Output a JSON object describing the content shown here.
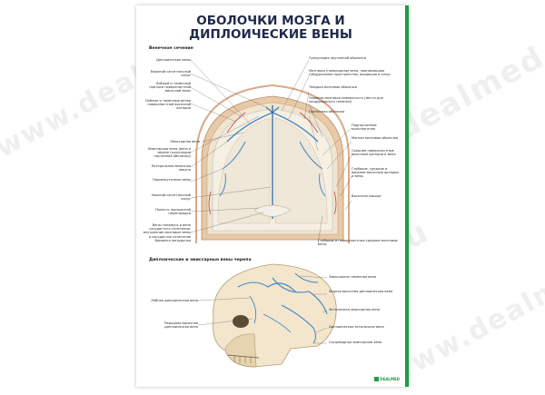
{
  "watermark": "www.dealmed.ru",
  "poster": {
    "title_line1": "ОБОЛОЧКИ МОЗГА И",
    "title_line2": "ДИПЛОИЧЕСКИЕ ВЕНЫ",
    "section1": "Венечное сечение",
    "section2": "Диплоические и эмиссарные вены черепа",
    "logo": "DEALMED",
    "top_left_labels": [
      "Диплоические вены",
      "Верхний сагиттальный синус",
      "Лобный и теменный притоки поверхностной височной вены",
      "Лобные и теменные ветви поверхностной височной артерии",
      "Эмиссарная вена",
      "Эмиссарная вена (вена в черепе гранулиции паутинной оболочки)",
      "Латеральная венозная лакуна",
      "Промежуточные вены",
      "Нижний сагиттальный синус",
      "Полость прозрачной перегородки",
      "Вены таламуса и вена сосудистого сплетения, внутренние мозговые вены и сосудистое сплетение бокового желудочка"
    ],
    "top_right_labels": [
      "Грануляция паутинной оболочки",
      "Мозговая (гомосидная) вена, проникающая субдуральное пространство, входящая в синус",
      "Твердая мозговая оболочка",
      "Черепно-мозговая поверхность (место для эпидурального гематом)",
      "Паутинная оболочка",
      "Подпаутинное пространство",
      "Мягкая мозговая оболочка",
      "Средние поверхностные височные артерии и вена",
      "Глубокие, средние и верхние височные артерии и вены",
      "Височная мышца",
      "Глубокие и поверхностные средние мозговые вены"
    ],
    "bottom_right_labels": [
      "Эмиссарная теменная вена",
      "Задняя височная диплоическая вена",
      "Затылочная эмиссарная вена",
      "Диплоическая затылочная вена",
      "Сосцевидная эмиссарная вена"
    ],
    "bottom_left_labels": [
      "Лобная диплоическая вена",
      "Передняя височная диплоическая вена"
    ]
  }
}
